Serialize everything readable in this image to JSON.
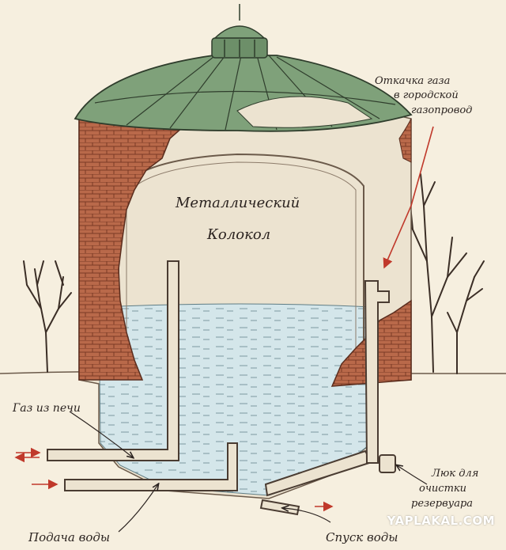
{
  "labels": {
    "bell": [
      "Металлический",
      "Колокол"
    ],
    "gas_out": [
      "Откачка газа",
      "в городской",
      "газопровод"
    ],
    "gas_in": "Газ из печи",
    "water_in": "Подача воды",
    "drain": "Спуск воды",
    "hatch": [
      "Люк для",
      "очистки",
      "резервуара"
    ]
  },
  "watermark": "YAPLAKAL.COM",
  "colors": {
    "paper": "#f6efdf",
    "brick": "#b9694a",
    "dome": "#7fa17a",
    "water": "#cfe3e8",
    "ink": "#2b2320",
    "arrow_red": "#c0392b"
  }
}
